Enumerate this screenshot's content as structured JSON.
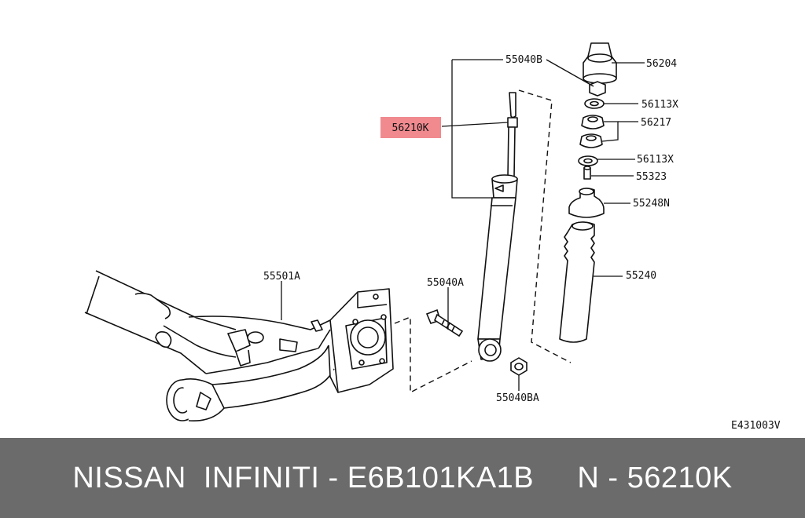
{
  "diagram": {
    "drawing_code": "E431003V",
    "highlight_color": "#f08a8f",
    "part_labels": {
      "highlighted": "56210K",
      "assembly_top": "55040B",
      "mount_cap": "56204",
      "washer_upper": "56113X",
      "insulator": "56217",
      "washer_lower": "56113X",
      "bushing": "55323",
      "bound_bumper": "55248N",
      "dust_boot": "55240",
      "bolt": "55040A",
      "nut": "55040BA",
      "rear_axle_beam": "55501A"
    }
  },
  "footer": {
    "text": "NISSAN  INFINITI - E6B101KA1B     N - 56210K"
  }
}
